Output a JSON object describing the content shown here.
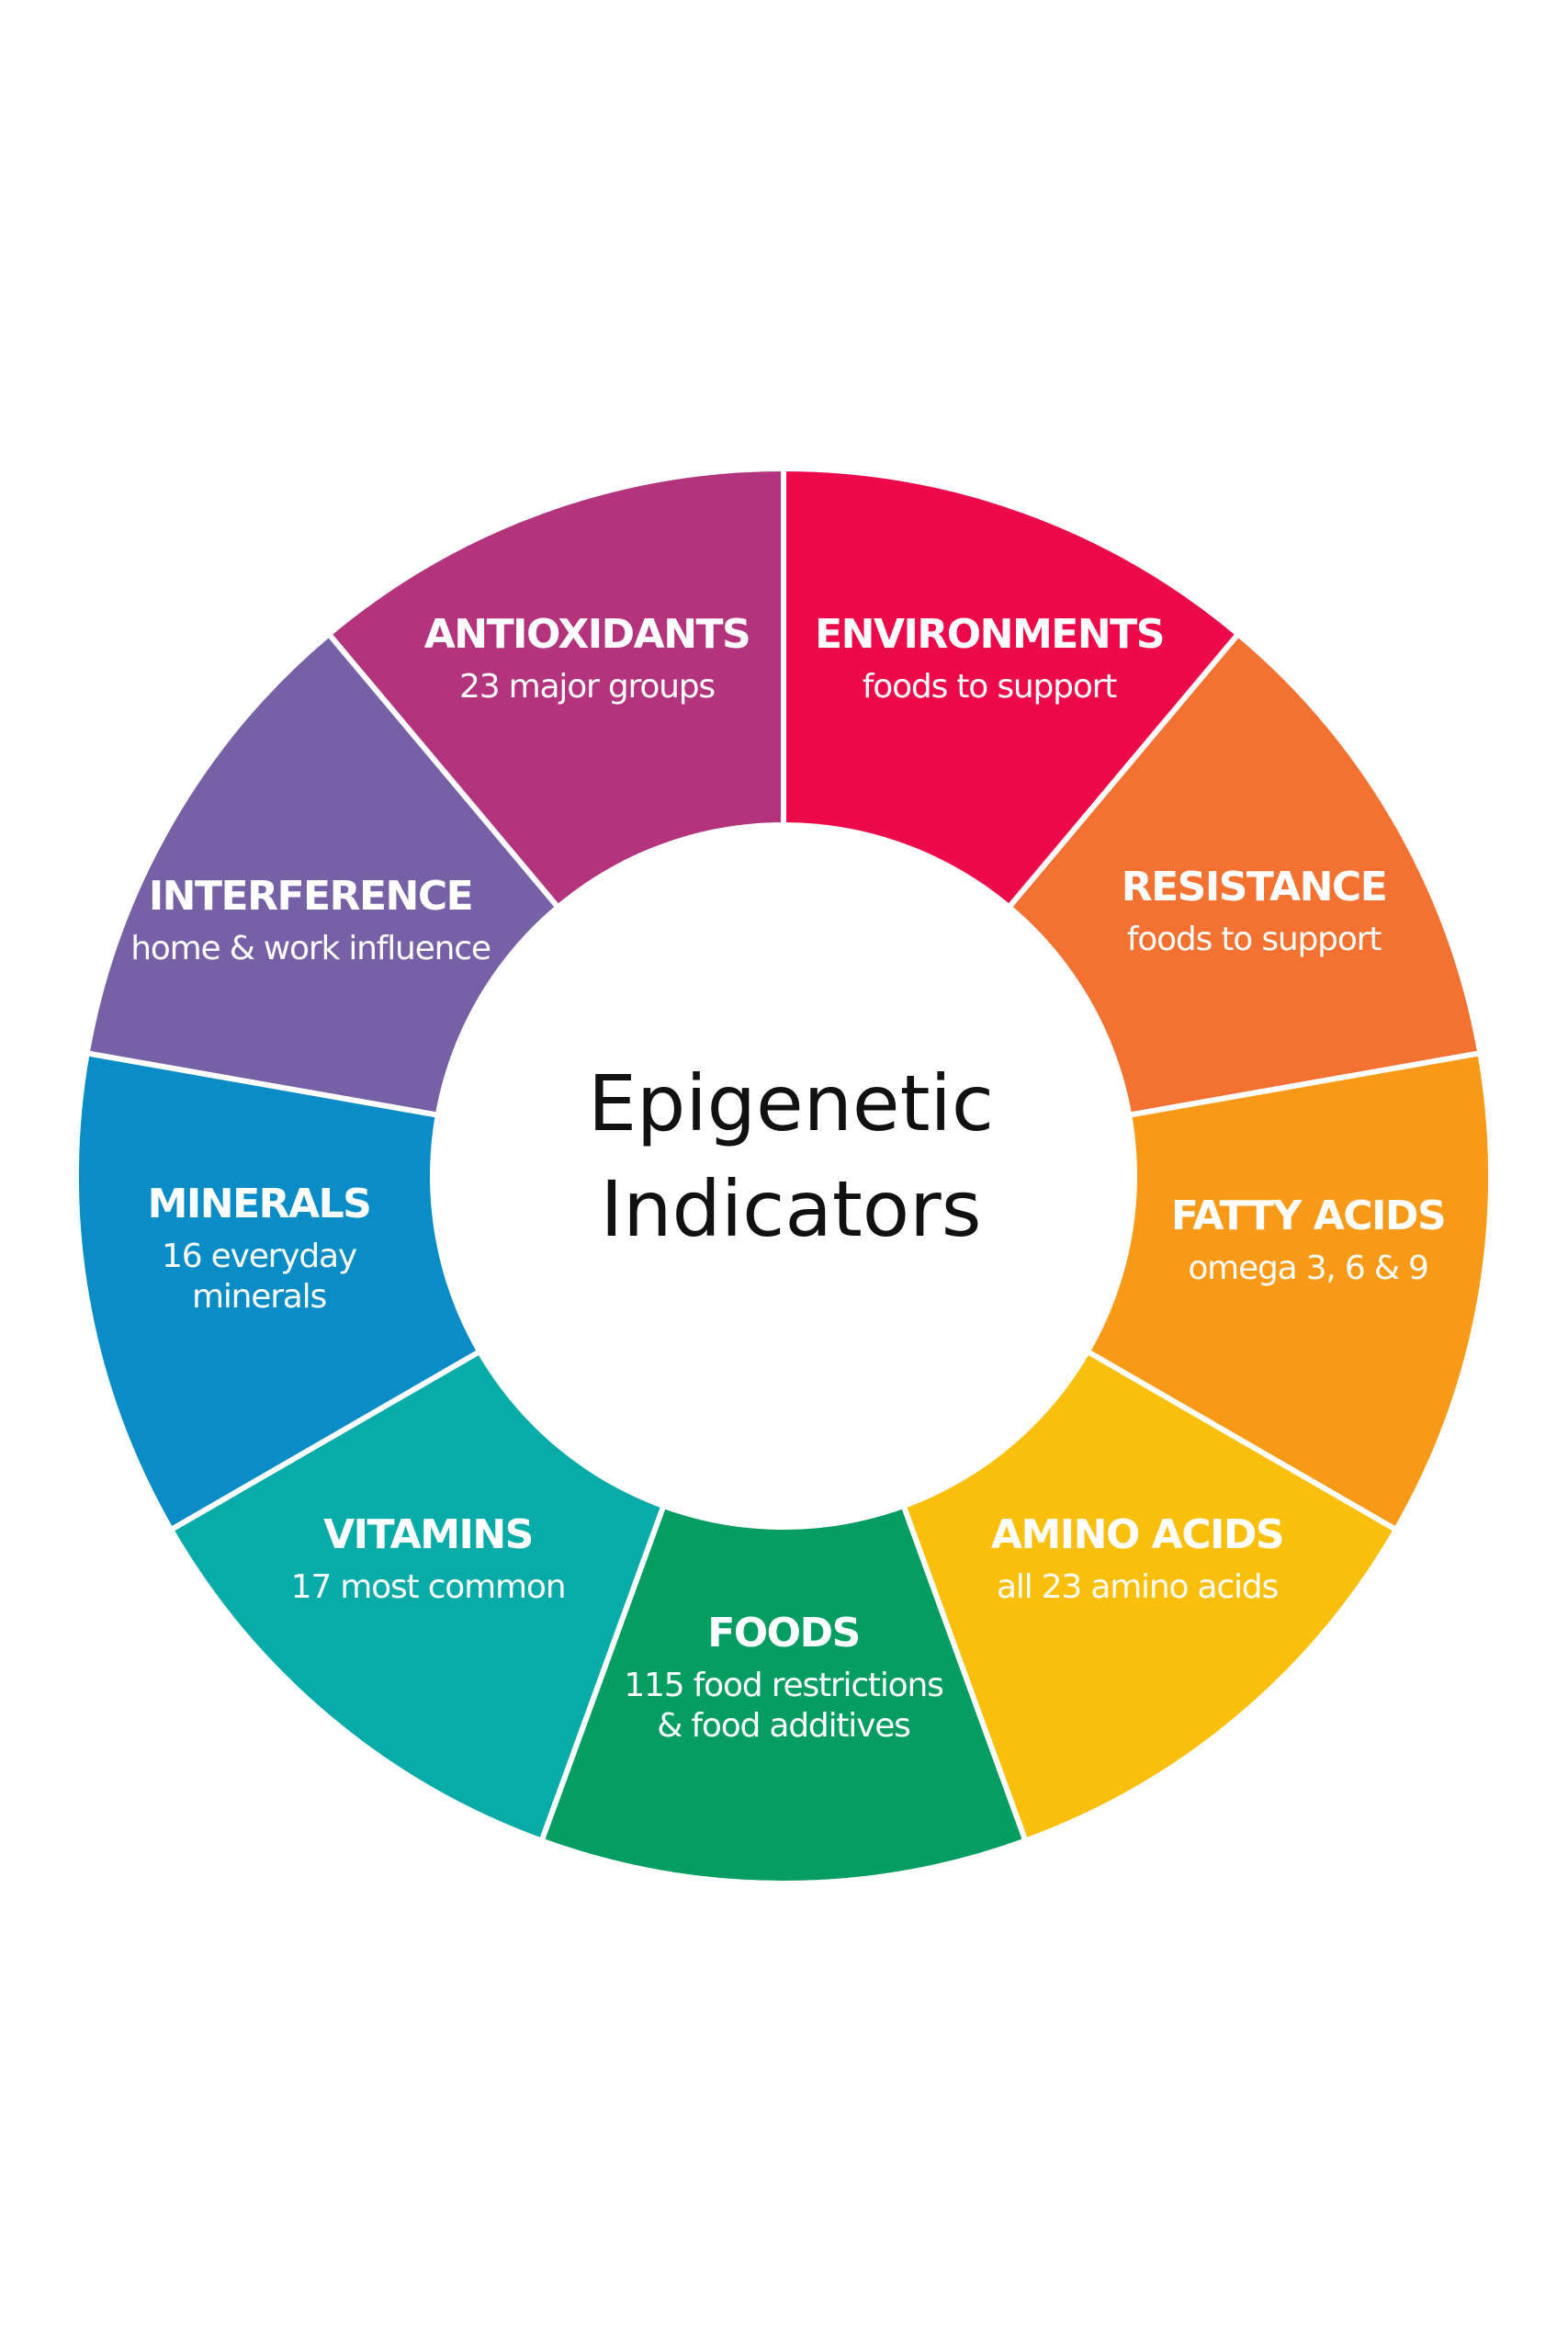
{
  "center": {
    "line1": "Epigenetic",
    "line2": "Indicators"
  },
  "segments": [
    {
      "title": "ENVIRONMENTS",
      "subtitle": [
        "foods to support"
      ],
      "color": "#ED0A4A"
    },
    {
      "title": "RESISTANCE",
      "subtitle": [
        "foods to support"
      ],
      "color": "#F37231"
    },
    {
      "title": "FATTY ACIDS",
      "subtitle": [
        "omega 3, 6 & 9"
      ],
      "color": "#F89A17"
    },
    {
      "title": "AMINO ACIDS",
      "subtitle": [
        "all 23 amino acids"
      ],
      "color": "#F9BF0A"
    },
    {
      "title": "FOODS",
      "subtitle": [
        "115 food restrictions",
        "& food additives"
      ],
      "color": "#059D62"
    },
    {
      "title": "VITAMINS",
      "subtitle": [
        "17 most common"
      ],
      "color": "#07ABA8"
    },
    {
      "title": "MINERALS",
      "subtitle": [
        "16 everyday",
        "minerals"
      ],
      "color": "#0A8DC7"
    },
    {
      "title": "INTERFERENCE",
      "subtitle": [
        "home & work influence"
      ],
      "color": "#7660A6"
    },
    {
      "title": "ANTIOXIDANTS",
      "subtitle": [
        "23 major groups"
      ],
      "color": "#B3337C"
    }
  ]
}
